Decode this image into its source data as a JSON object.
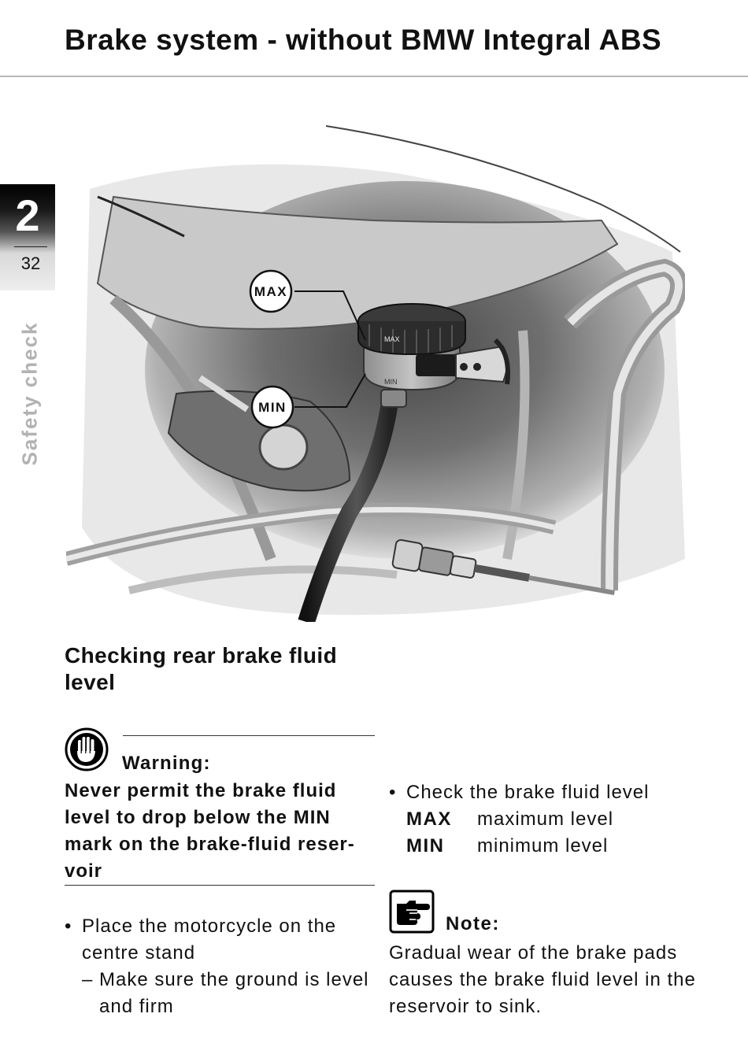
{
  "header": {
    "title": "Brake system - without BMW Integral ABS"
  },
  "chapter_tab": {
    "number": "2",
    "page": "32",
    "section": "Safety check"
  },
  "illustration": {
    "callouts": {
      "max": "MAX",
      "min": "MIN"
    },
    "reservoir_marks": {
      "max": "MAX",
      "min": "MIN"
    }
  },
  "heading": "Checking rear brake fluid level",
  "warning": {
    "label": "Warning:",
    "text": "Never permit the brake fluid level to drop below the MIN mark on the brake-fluid reser-voir"
  },
  "steps": {
    "bullet": "•",
    "dash": "–",
    "place": "Place the motorcycle on the centre stand",
    "ground": "Make sure the ground is level and firm",
    "check": "Check the brake fluid level"
  },
  "levels": [
    {
      "key": "MAX",
      "desc": "maximum level"
    },
    {
      "key": "MIN",
      "desc": "minimum level"
    }
  ],
  "note": {
    "label": "Note:",
    "text": "Gradual wear of the brake pads causes the brake fluid level in the reservoir to sink."
  },
  "colors": {
    "chapter_tab": "#000000",
    "side_label": "#b2b2b2",
    "rule": "#b8b8b8"
  },
  "icons": {
    "warning": "stop-hand-icon",
    "note": "pointing-hand-icon"
  }
}
